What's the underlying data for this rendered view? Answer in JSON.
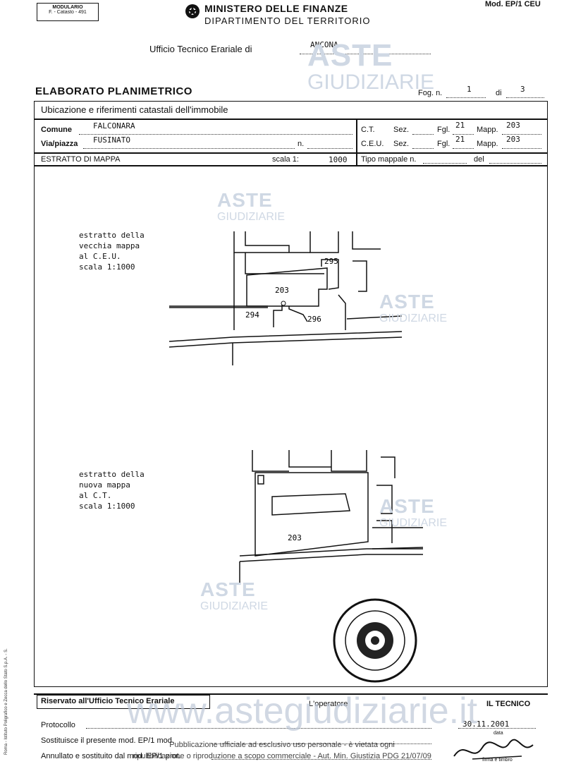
{
  "header": {
    "modulario": "MODULARIO",
    "modulario_sub": "F. - Catasto - 491",
    "ministry": "MINISTERO DELLE FINANZE",
    "department": "DIPARTIMENTO DEL TERRITORIO",
    "model": "Mod. EP/1 CEU",
    "office_label": "Ufficio Tecnico Erariale di",
    "office_value": "ANCONA"
  },
  "title": {
    "text": "ELABORATO PLANIMETRICO",
    "fog_label": "Fog. n.",
    "fog_value": "1",
    "di_label": "di",
    "di_value": "3"
  },
  "ubicazione": {
    "heading": "Ubicazione e riferimenti catastali dell'immobile",
    "comune_label": "Comune",
    "comune_value": "FALCONARA",
    "via_label": "Via/piazza",
    "via_value": "FUSINATO",
    "n_label": "n.",
    "ct_label": "C.T.",
    "sez_label": "Sez.",
    "fgl_label": "Fgl.",
    "ct_fgl_value": "21",
    "mapp_label": "Mapp.",
    "ct_mapp_value": "203",
    "ceu_label": "C.E.U.",
    "ceu_fgl_value": "21",
    "ceu_mapp_value": "203",
    "estratto_label": "ESTRATTO DI MAPPA",
    "scala_label": "scala 1:",
    "scala_value": "1000",
    "tipo_label": "Tipo mappale n.",
    "del_label": "del"
  },
  "maps": {
    "old_caption": [
      "estratto della",
      "vecchia mappa",
      "al C.E.U.",
      "scala 1:1000"
    ],
    "old_parcel": "203",
    "old_labels": [
      "295",
      "294",
      "296"
    ],
    "new_caption": [
      "estratto della",
      "nuova mappa",
      "al C.T.",
      "scala 1:1000"
    ],
    "new_parcel": "203"
  },
  "footer": {
    "reserved": "Riservato all'Ufficio Tecnico Erariale",
    "operator": "L'operatore",
    "technician": "IL TECNICO",
    "protocollo": "Protocollo",
    "sostituisce": "Sostituisce il presente mod. EP/1 mod.",
    "annullato": "Annullato e sostituito dal mod. EP/1 prot.",
    "data_label": "data",
    "date_value": "30.11.2001",
    "firma_label": "firma e timbro",
    "side_note": "Roma - Istituto Poligrafico e Zecca dello Stato S.p.A. - S."
  },
  "watermark": {
    "line1": "ASTE",
    "line2": "GIUDIZIARIE",
    "url": "www.astegiudiziarie.it",
    "notice1": "Pubblicazione ufficiale ad esclusivo uso personale - è vietata ogni",
    "notice2": "ripubblicazione o riproduzione a scopo commerciale - Aut. Min. Giustizia PDG 21/07/09"
  }
}
